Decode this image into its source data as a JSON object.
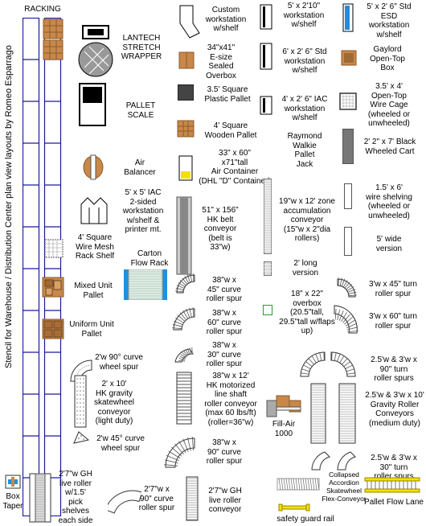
{
  "title": "Stencil for Warehouse / Distribution Center plan view layouts by Romeo Esparrago",
  "racking_label": "RACKING",
  "items": {
    "lantech": "LANTECH\nSTRETCH\nWRAPPER",
    "pallet_scale": "PALLET\nSCALE",
    "air_balancer": "Air\nBalancer",
    "iac_5x5": "5' x 5' IAC\n2-sided\nworkstation\nw/shelf &\nprinter mt.",
    "wire_mesh": "4' Square\nWire Mesh\nRack Shelf",
    "carton_flow": "Carton\nFlow Rack",
    "mixed_unit": "Mixed Unit\nPallet",
    "uniform_unit": "Uniform Unit\nPallet",
    "wheel_spur_90": "2'w 90° curve\nwheel spur",
    "skatewheel": "2' x 10'\nHK gravity\nskatewheel\nconveyor\n(light duty)",
    "wheel_spur_45": "2'w 45° curve\nwheel spur",
    "custom_ws": "Custom\nworkstation\nw/shelf",
    "e_size_box": "34\"x41\"\nE-size\nSealed\nOverbox",
    "plastic_pallet": "3.5' Square\nPlastic Pallet",
    "wooden_pallet": "4' Square\nWooden Pallet",
    "air_container": "33\" x 60\"\nx71\"tall\nAir Container\n(DHL \"D\" Container)",
    "belt_conveyor": "51\" x 156\"\nHK belt\nconveyor\n(belt is\n33\"w)",
    "roller_45": "38\"w x\n45\" curve\nroller spur",
    "roller_60": "38\"w x\n60\" curve\nroller spur",
    "roller_30": "38\"w x\n30\" curve\nroller spur",
    "line_shaft": "38\"w x 12'\nHK motorized\nline shaft\nroller conveyor\n(max 60 lbs/ft)\n(roller=36\"w)",
    "roller_90": "38\"w x\n90\" curve\nroller spur",
    "ws_5x2_10": "5' x 2'10\"\nworkstation\nw/shelf",
    "ws_6x2_6": "6' x 2' 6\" Std\nworkstation\nw/shelf",
    "ws_4x2_6": "4' x 2' 6\" IAC\nworkstation\nw/shelf",
    "walkie": "Raymond\nWalkie\nPallet\nJack",
    "zone_accum": "19\"w x 12' zone\naccumulation\nconveyor\n(15\"w x 2\"dia\nrollers)",
    "long_2": "2' long\nversion",
    "overbox_18": "18\" x 22\"\noverbox\n(20.5\"tall,\n29.5\"tall w/flaps\nup)",
    "esd_ws": "5' x 2' 6\" Std\nESD\nworkstation\nw/shelf",
    "gaylord": "Gaylord\nOpen-Top\nBox",
    "wire_cage": "3.5' x 4'\nOpen-Top\nWire Cage\n(wheeled or\nunwheeled)",
    "black_cart": "2' 2\" x 7' Black\nWheeled Cart",
    "wire_shelving": "1.5' x 6'\nwire shelving\n(wheeled or\nunwheeled)",
    "wide_5": "5' wide\nversion",
    "turn_45": "3'w x 45\" turn\nroller spur",
    "turn_60": "3'w x 60\" turn\nroller spur",
    "turn_90": "2.5'w & 3'w x\n90\" turn\nroller spurs",
    "gravity_10": "2.5'w & 3'w x 10'\nGravity Roller\nConveyors\n(medium duty)",
    "turn_30": "2.5'w & 3'w x\n30\" turn\nroller spurs",
    "fill_air": "Fill-Air\n1000",
    "box_taper": "Box\nTaper",
    "gh_live_pick": "2'7\"w GH\nlive roller\nw/1.5'\npick\nshelves\neach side",
    "gh_curve_90": "2'7\"w  x\n90\" curve\nroller spur",
    "gh_live": "2'7\"w GH\nlive roller\nconveyor",
    "accordion": "Collapsed\nAccordion\nSkatewheel\nFlex-Conveyor",
    "pallet_flow": "Pallet Flow Lane",
    "guard_rail": "safety guard rail"
  },
  "colors": {
    "rack_blue": "#1a1a9c",
    "wood": "#c8884a",
    "wood_dark": "#8b5a2b",
    "blue_roller": "#1e90e0",
    "yellow": "#f4e000",
    "esd_blue": "#2a8ad8",
    "gray": "#777777",
    "green": "#2a9a2a"
  }
}
